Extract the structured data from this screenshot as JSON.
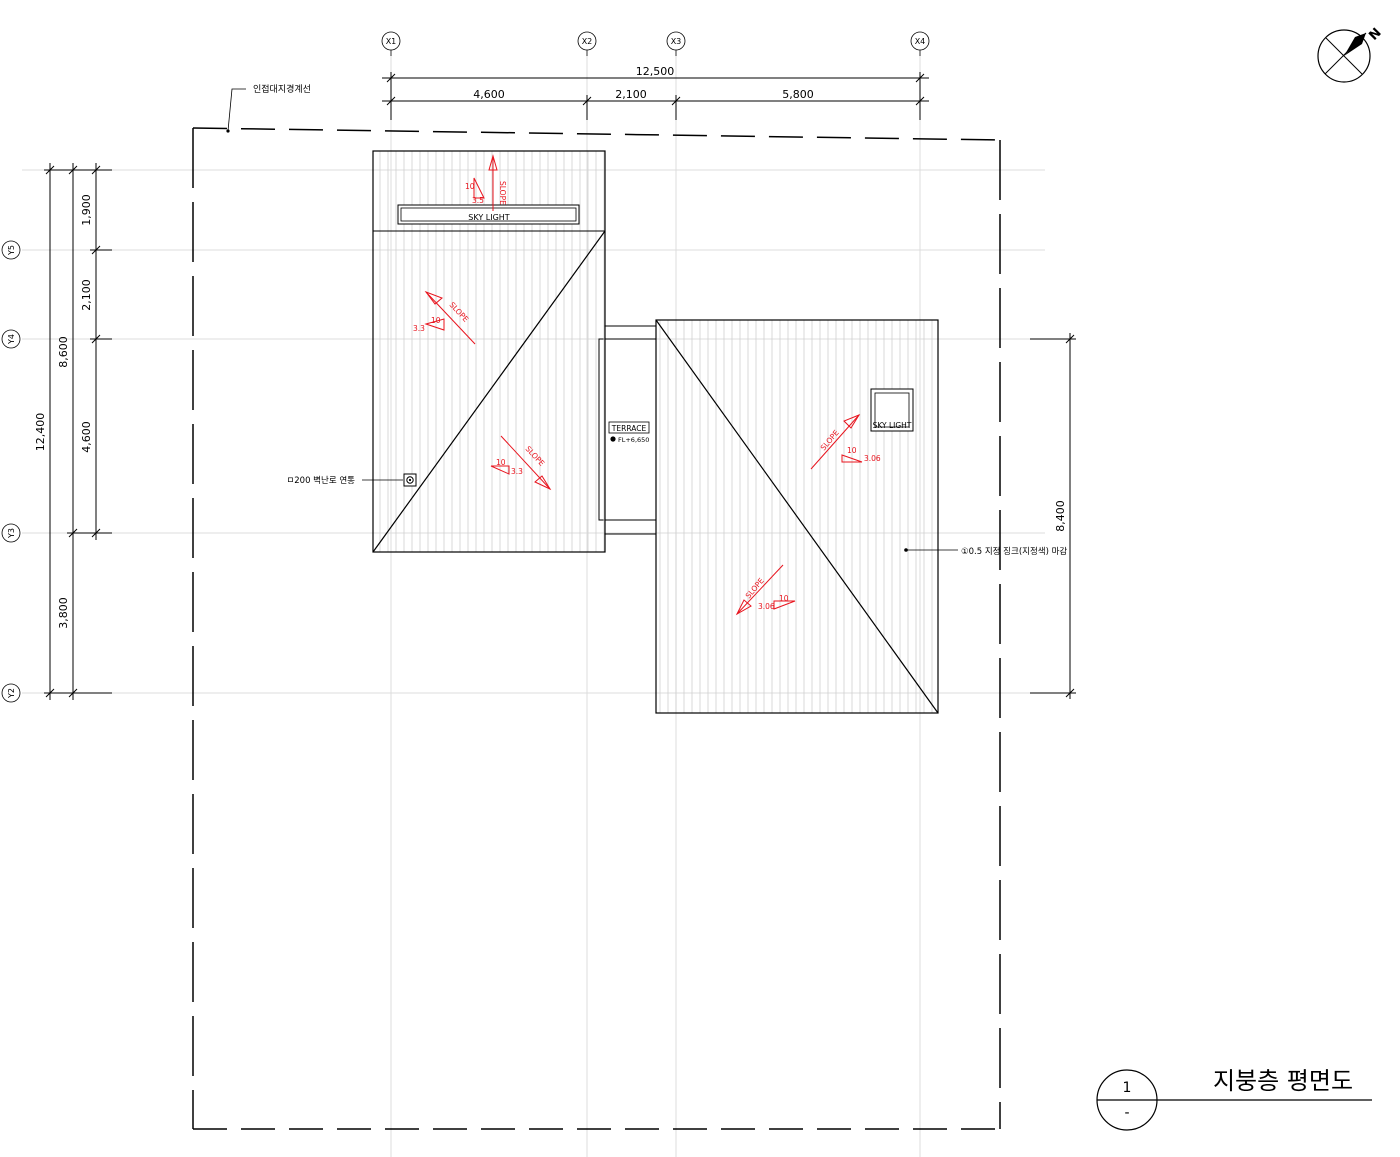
{
  "grid": {
    "columns": [
      "X1",
      "X2",
      "X3",
      "X4"
    ],
    "rows": [
      "Y5",
      "Y4",
      "Y3",
      "Y2"
    ]
  },
  "dimensions": {
    "top_total": "12,500",
    "top_segments": [
      "4,600",
      "2,100",
      "5,800"
    ],
    "left_total": "12,400",
    "left_mid": "8,600",
    "left_segments": [
      "1,900",
      "2,100",
      "4,600",
      "3,800"
    ],
    "right": "8,400"
  },
  "labels": {
    "boundary": "인접대지경계선",
    "chimney": "ㅁ200 벽난로 연통",
    "zinc": "①0.5 지정 징크(지정색) 마감",
    "skylight_a": "SKY LIGHT",
    "skylight_b": "SKY LIGHT",
    "terrace": "TERRACE",
    "terrace_level": "FL+6,650"
  },
  "slopes": [
    {
      "word": "SLOPE",
      "rise": "10",
      "run": "3.5"
    },
    {
      "word": "SLOPE",
      "rise": "10",
      "run": "3.3"
    },
    {
      "word": "SLOPE",
      "rise": "10",
      "run": "3.3"
    },
    {
      "word": "SLOPE",
      "rise": "10",
      "run": "3.06"
    },
    {
      "word": "SLOPE",
      "rise": "10",
      "run": "3.06"
    }
  ],
  "north_label": "N",
  "title_block": {
    "number": "1",
    "scale": "-",
    "title": "지붕층 평면도"
  },
  "colors": {
    "line": "#000000",
    "grid": "#d9d9d9",
    "annotation": "#e8141e",
    "hatch": "#c8c8c8"
  }
}
